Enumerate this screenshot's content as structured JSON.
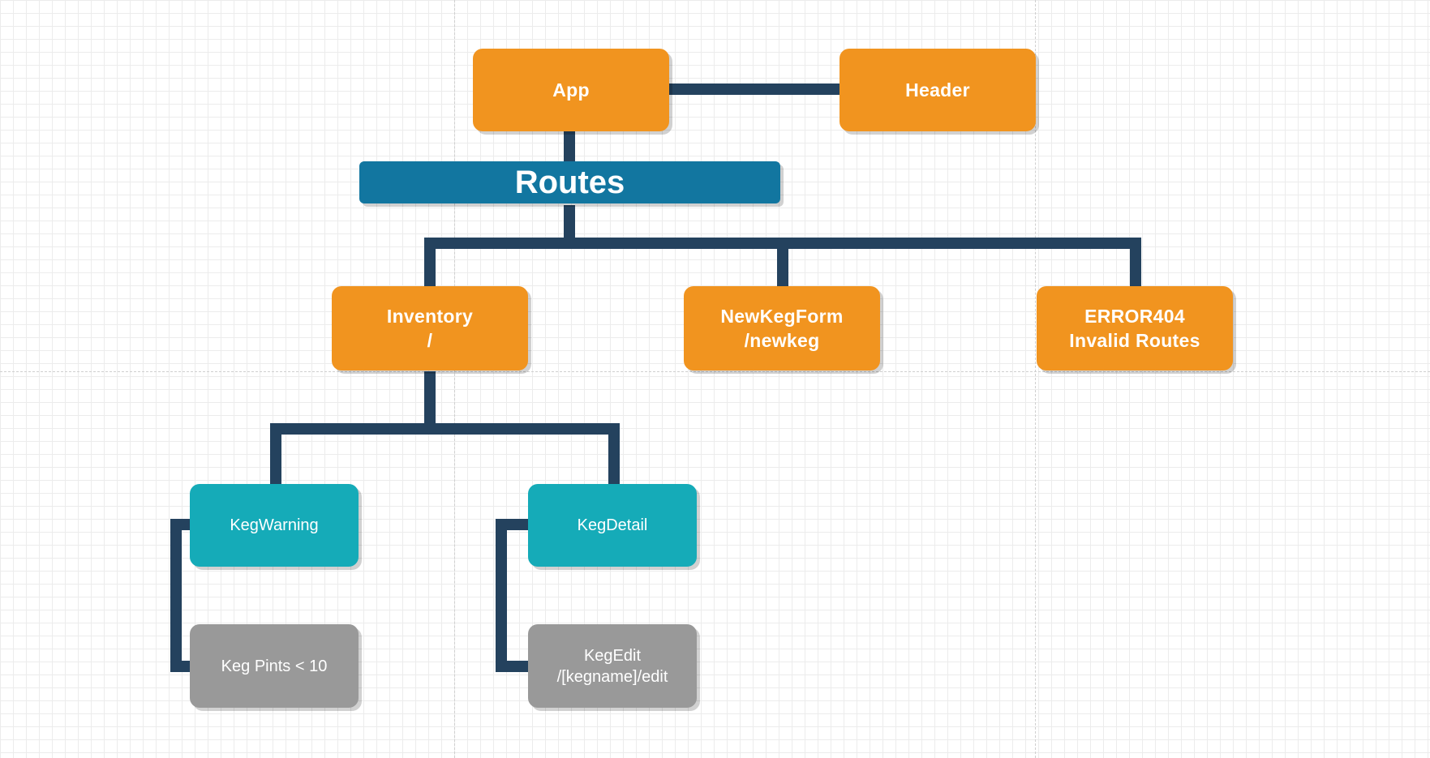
{
  "colors": {
    "component": "#f1941f",
    "routes": "#1276a0",
    "child": "#15abb8",
    "leaf": "#999999",
    "connector": "#24425e"
  },
  "nodes": {
    "app": {
      "label": "App"
    },
    "header": {
      "label": "Header"
    },
    "routes": {
      "label": "Routes"
    },
    "inventory": {
      "line1": "Inventory",
      "line2": "/"
    },
    "newkegform": {
      "line1": "NewKegForm",
      "line2": "/newkeg"
    },
    "error404": {
      "line1": "ERROR404",
      "line2": "Invalid Routes"
    },
    "kegwarning": {
      "label": "KegWarning"
    },
    "kegdetail": {
      "label": "KegDetail"
    },
    "keg_pints": {
      "label": "Keg Pints < 10"
    },
    "kegedit": {
      "line1": "KegEdit",
      "line2": "/[kegname]/edit"
    }
  }
}
